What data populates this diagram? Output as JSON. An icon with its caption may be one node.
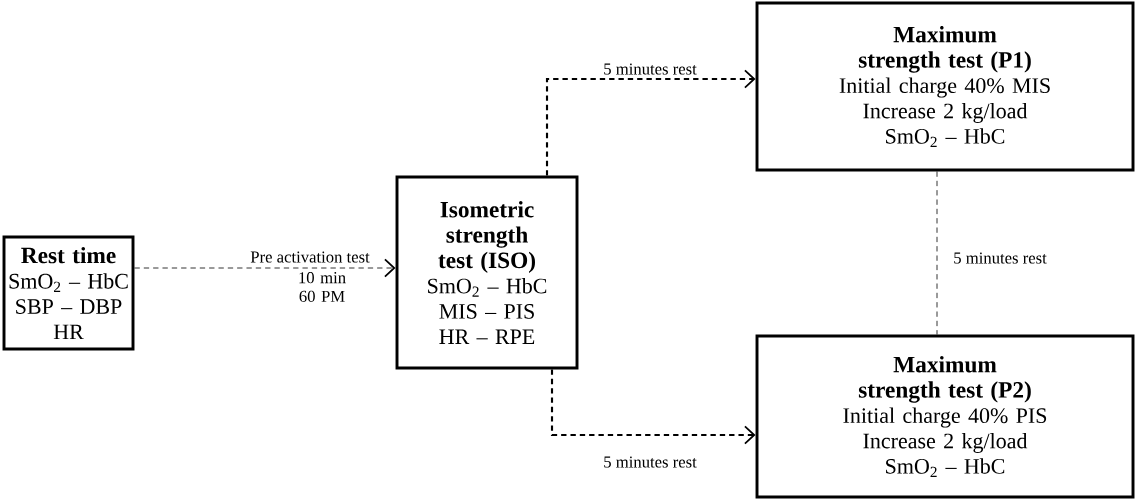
{
  "diagram": {
    "nodes": [
      {
        "text": [
          "Rest time",
          "SmO$_{2}$ – HbC",
          "SBP – DBP",
          "HR"
        ]
      },
      {
        "text": [
          "Isometric strength test (ISO)",
          "SmO$_{2}$ – HbC",
          "MIS – PIS",
          "HR – RPE"
        ]
      },
      {
        "text": [
          "Maximum strength test (P1)",
          "Initial charge 40% MIS",
          "Increase 2 kg/load",
          "SmO$_{2}$ – HbC"
        ]
      },
      {
        "text": [
          "Maximum strength test (P2)",
          "Initial charge 40% PIS",
          "Increase 2 kg/load",
          "SmO$_{2}$ – HbC"
        ]
      }
    ],
    "edges": [
      {
        "from": 0,
        "to": 1,
        "arrow": "to",
        "label": "Pre activation test",
        "style": "dashed"
      },
      {
        "from": 1,
        "to": 2,
        "arrow": "to",
        "label": "5 minutes rest",
        "style": "dashed"
      },
      {
        "from": 1,
        "to": 3,
        "arrow": "to",
        "label": "5 minutes rest",
        "style": "dashed"
      },
      {
        "from": 2,
        "to": 3,
        "arrow": "none",
        "label": "5 minutes rest",
        "style": "dashed"
      }
    ],
    "labels": [
      "10 min 60 PM"
    ]
  }
}
